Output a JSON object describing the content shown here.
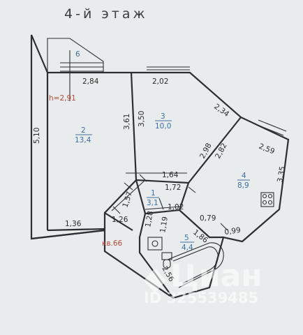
{
  "title": "4-й этаж",
  "apartment_label": "кв.66",
  "ceiling_height": "h=2,91",
  "rooms": {
    "r1": {
      "number": "1",
      "area": "3,1"
    },
    "r2": {
      "number": "2",
      "area": "13,4"
    },
    "r3": {
      "number": "3",
      "area": "10,0"
    },
    "r4": {
      "number": "4",
      "area": "8,9"
    },
    "r5": {
      "number": "5",
      "area": "4,4"
    },
    "r6": {
      "number": "6"
    }
  },
  "dims": {
    "d284": "2,84",
    "d202": "2,02",
    "d234": "2,34",
    "d510": "5,10",
    "d361": "3,61",
    "d350": "3,50",
    "d298": "2,98",
    "d282": "2,82",
    "d259": "2,59",
    "d335": "3,35",
    "d164": "1,64",
    "d172": "1,72",
    "d157": "1,57",
    "d102": "1,02",
    "d136": "1,36",
    "d126": "1,26",
    "d128": "1,28",
    "d119": "1,19",
    "d079": "0,79",
    "d186": "1,86",
    "d099": "0,99",
    "d256": "2,56"
  },
  "watermark": {
    "brand": "Циан",
    "id": "ID 325539485"
  }
}
